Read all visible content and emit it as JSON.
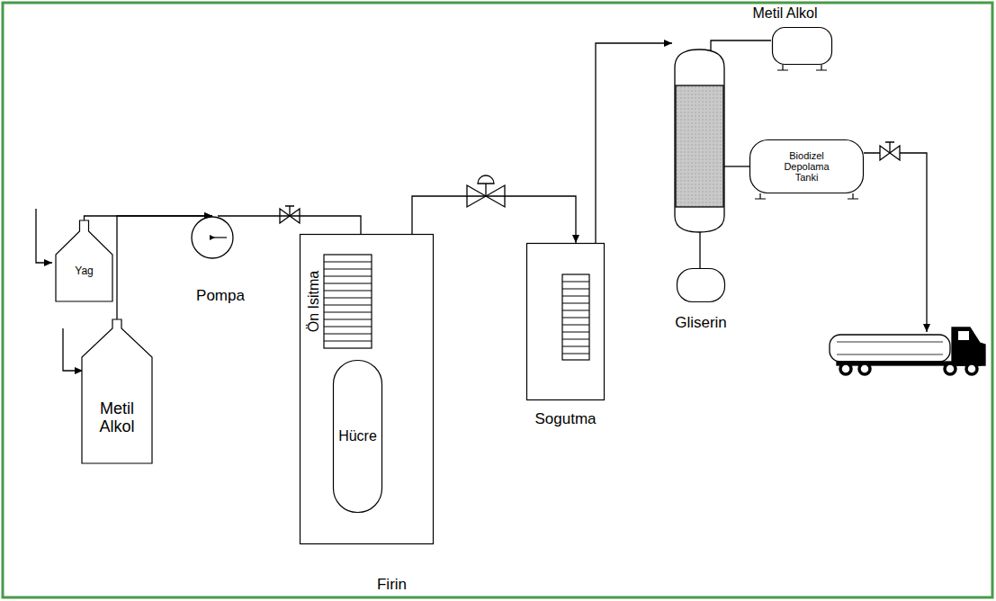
{
  "diagram": {
    "nodes": [
      {
        "text": [
          "Yag"
        ]
      },
      {
        "text": [
          "Metil Alkol"
        ]
      },
      {
        "text": [
          "Pompa"
        ]
      },
      {
        "text": [
          "Firin"
        ]
      },
      {
        "text": [
          "Ön Isitma"
        ],
        "in": 3
      },
      {
        "text": [
          "Hücre"
        ],
        "in": 3
      },
      {
        "text": [
          "Sogutma"
        ]
      },
      {
        "text": [
          "Metil Alkol"
        ]
      },
      {
        "text": [
          "Biodizel Depolama Tanki"
        ]
      },
      {
        "text": [
          "Gliserin"
        ]
      }
    ],
    "edges": [
      {
        "from": 0,
        "to": 2,
        "arrow": "to"
      },
      {
        "from": 1,
        "to": 2,
        "arrow": "to"
      },
      {
        "from": 2,
        "to": 4,
        "arrow": "to"
      },
      {
        "from": 4,
        "to": 5,
        "arrow": "to"
      },
      {
        "from": 5,
        "to": 6,
        "arrow": "to"
      }
    ]
  }
}
